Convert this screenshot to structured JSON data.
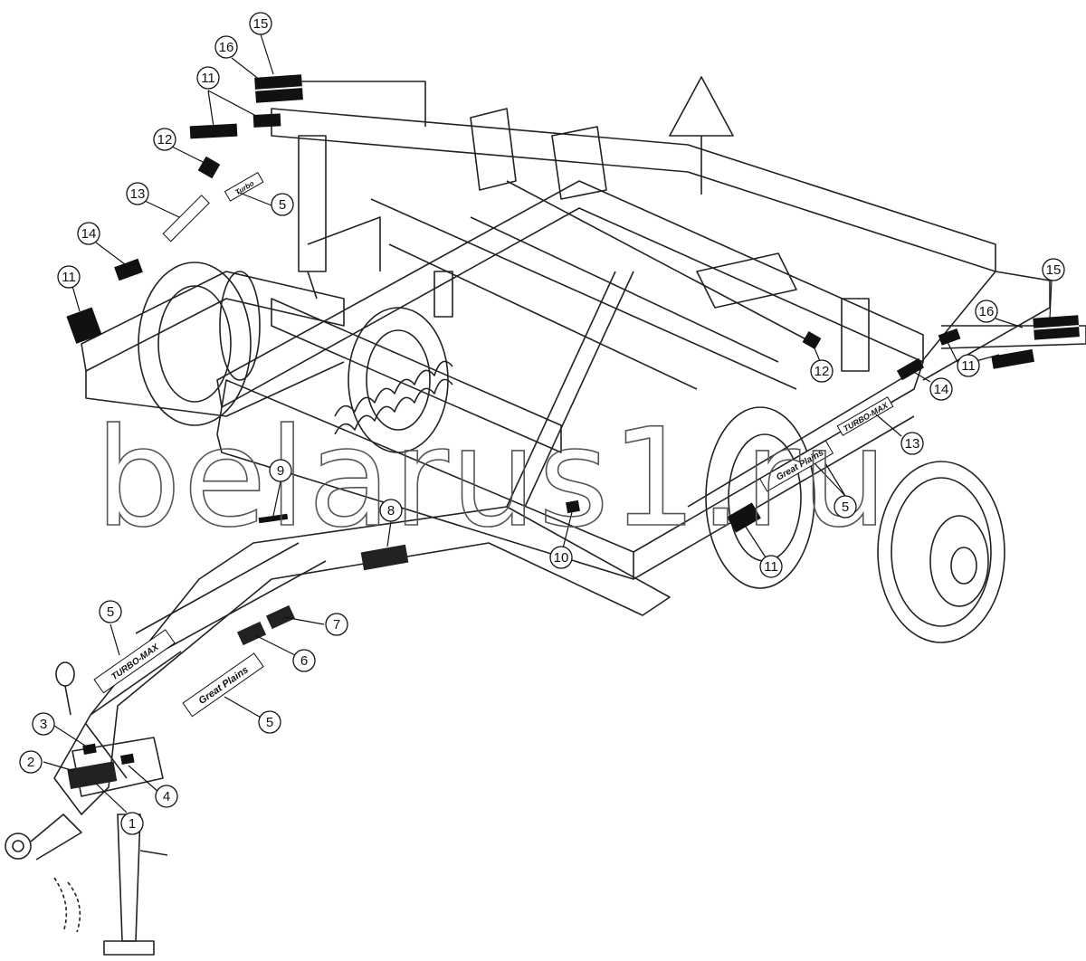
{
  "watermark": "belarus1.ru",
  "decals": {
    "great_plains": "Great Plains",
    "model": "TURBO-MAX"
  },
  "callouts": [
    {
      "num": "15"
    },
    {
      "num": "16"
    },
    {
      "num": "11"
    },
    {
      "num": "12"
    },
    {
      "num": "5"
    },
    {
      "num": "13"
    },
    {
      "num": "14"
    },
    {
      "num": "11"
    },
    {
      "num": "15"
    },
    {
      "num": "16"
    },
    {
      "num": "11"
    },
    {
      "num": "12"
    },
    {
      "num": "14"
    },
    {
      "num": "13"
    },
    {
      "num": "5"
    },
    {
      "num": "11"
    },
    {
      "num": "9"
    },
    {
      "num": "8"
    },
    {
      "num": "10"
    },
    {
      "num": "7"
    },
    {
      "num": "6"
    },
    {
      "num": "5"
    },
    {
      "num": "5"
    },
    {
      "num": "3"
    },
    {
      "num": "2"
    },
    {
      "num": "4"
    },
    {
      "num": "1"
    }
  ]
}
